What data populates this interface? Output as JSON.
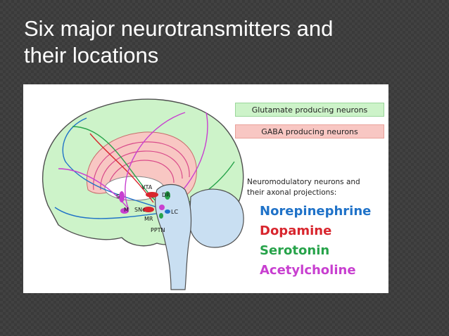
{
  "slide": {
    "title_line1": "Six major neurotransmitters and",
    "title_line2": "their locations"
  },
  "legend": {
    "glutamate": "Glutamate producing neurons",
    "gaba": "GABA producing neurons",
    "neuromod_line1": "Neuromodulatory neurons and",
    "neuromod_line2": "their axonal projections:"
  },
  "neurotransmitters": [
    {
      "name": "Norepinephrine",
      "color": "#1f72c8"
    },
    {
      "name": "Dopamine",
      "color": "#d8262e"
    },
    {
      "name": "Serotonin",
      "color": "#27a34a"
    },
    {
      "name": "Acetylcholine",
      "color": "#c83fd0"
    }
  ],
  "brain_labels": {
    "vta": "VTA",
    "dr": "DR",
    "s": "S",
    "m": "M",
    "snc": "SNc",
    "lc": "LC",
    "mr": "MR",
    "pptn": "PPTN"
  },
  "colors": {
    "background": "#3a3a3a",
    "glutamate_fill": "#cdf3c9",
    "gaba_fill": "#f8c7c3",
    "brainstem_fill": "#c9dff2"
  }
}
